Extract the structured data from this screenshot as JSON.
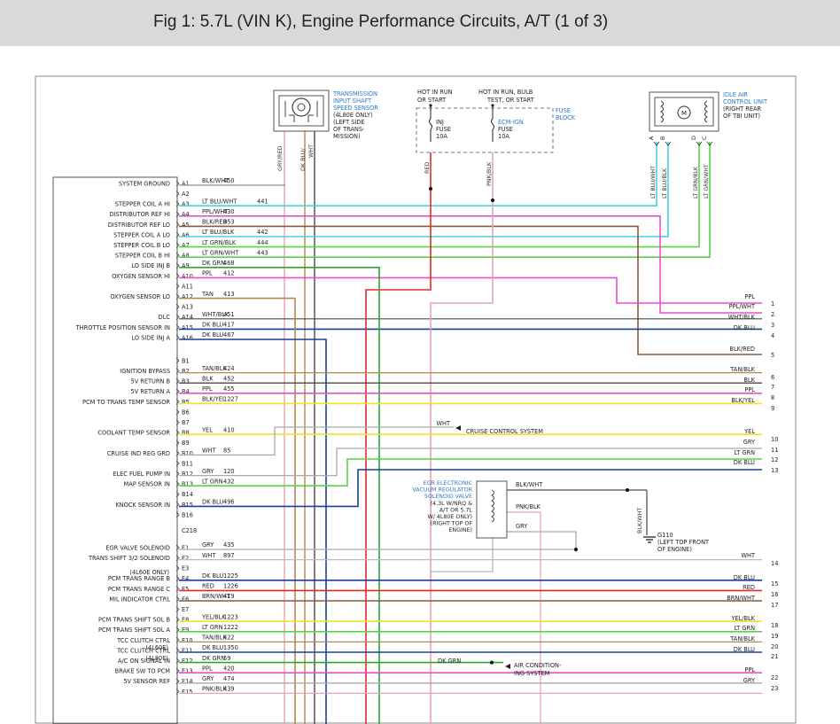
{
  "title": "Fig 1: 5.7L (VIN K), Engine Performance Circuits, A/T (1 of 3)",
  "pcm_labels": [
    {
      "pin": "A1",
      "label": "SYSTEM GROUND",
      "wire": "BLK/WHT",
      "circuit": "450"
    },
    {
      "pin": "A2",
      "label": "",
      "wire": "",
      "circuit": ""
    },
    {
      "pin": "A3",
      "label": "STEPPER COIL A HI",
      "wire": "LT BLU/WHT",
      "circuit": "441"
    },
    {
      "pin": "A4",
      "label": "DISTRIBUTOR REF HI",
      "wire": "PPL/WHT",
      "circuit": "430"
    },
    {
      "pin": "A5",
      "label": "DISTRIBUTOR REF LO",
      "wire": "BLK/RED",
      "circuit": "453"
    },
    {
      "pin": "A6",
      "label": "STEPPER COIL A LO",
      "wire": "LT BLU/BLK",
      "circuit": "442"
    },
    {
      "pin": "A7",
      "label": "STEPPER COIL B LO",
      "wire": "LT GRN/BLK",
      "circuit": "444"
    },
    {
      "pin": "A8",
      "label": "STEPPER COIL B HI",
      "wire": "LT GRN/WHT",
      "circuit": "443"
    },
    {
      "pin": "A9",
      "label": "LO SIDE INJ B",
      "wire": "DK GRN",
      "circuit": "468"
    },
    {
      "pin": "A10",
      "label": "OXYGEN SENSOR HI",
      "wire": "PPL",
      "circuit": "412"
    },
    {
      "pin": "A11",
      "label": "",
      "wire": "",
      "circuit": ""
    },
    {
      "pin": "A12",
      "label": "OXYGEN SENSOR LO",
      "wire": "TAN",
      "circuit": "413"
    },
    {
      "pin": "A13",
      "label": "",
      "wire": "",
      "circuit": ""
    },
    {
      "pin": "A14",
      "label": "DLC",
      "wire": "WHT/BLK",
      "circuit": "451"
    },
    {
      "pin": "A15",
      "label": "THROTTLE POSITION SENSOR IN",
      "wire": "DK BLU",
      "circuit": "417"
    },
    {
      "pin": "A16",
      "label": "LO SIDE INJ A",
      "wire": "DK BLU",
      "circuit": "467"
    },
    {
      "pin": "B1",
      "label": "",
      "wire": "",
      "circuit": ""
    },
    {
      "pin": "B2",
      "label": "IGNITION BYPASS",
      "wire": "TAN/BLK",
      "circuit": "424"
    },
    {
      "pin": "B3",
      "label": "5V RETURN B",
      "wire": "BLK",
      "circuit": "452"
    },
    {
      "pin": "B4",
      "label": "5V RETURN A",
      "wire": "PPL",
      "circuit": "455"
    },
    {
      "pin": "B5",
      "label": "PCM TO TRANS TEMP SENSOR",
      "wire": "BLK/YEL",
      "circuit": "1227"
    },
    {
      "pin": "B6",
      "label": "",
      "wire": "",
      "circuit": ""
    },
    {
      "pin": "B7",
      "label": "",
      "wire": "",
      "circuit": ""
    },
    {
      "pin": "B8",
      "label": "COOLANT TEMP SENSOR",
      "wire": "YEL",
      "circuit": "410"
    },
    {
      "pin": "B9",
      "label": "",
      "wire": "",
      "circuit": ""
    },
    {
      "pin": "B10",
      "label": "CRUISE IND REG GRD",
      "wire": "WHT",
      "circuit": "85"
    },
    {
      "pin": "B11",
      "label": "",
      "wire": "",
      "circuit": ""
    },
    {
      "pin": "B12",
      "label": "ELEC FUEL PUMP IN",
      "wire": "GRY",
      "circuit": "120"
    },
    {
      "pin": "B13",
      "label": "MAP SENSOR IN",
      "wire": "LT GRN",
      "circuit": "432"
    },
    {
      "pin": "B14",
      "label": "",
      "wire": "",
      "circuit": ""
    },
    {
      "pin": "B15",
      "label": "KNOCK SENSOR IN",
      "wire": "DK BLU",
      "circuit": "496"
    },
    {
      "pin": "B16",
      "label": "",
      "wire": "",
      "circuit": ""
    },
    {
      "pin": "E1",
      "label": "EGR VALVE SOLENOID",
      "wire": "GRY",
      "circuit": "435"
    },
    {
      "pin": "E2",
      "label": "TRANS SHIFT 3/2 SOLENOID",
      "wire": "WHT",
      "circuit": "897"
    },
    {
      "pin": "E3",
      "label": "",
      "wire": "",
      "circuit": ""
    },
    {
      "pin": "E4",
      "label": "PCM TRANS RANGE B",
      "wire": "DK BLU",
      "circuit": "1225"
    },
    {
      "pin": "E5",
      "label": "PCM TRANS RANGE C",
      "wire": "RED",
      "circuit": "1226"
    },
    {
      "pin": "E6",
      "label": "MIL INDICATOR CTRL",
      "wire": "BRN/WHT",
      "circuit": "419"
    },
    {
      "pin": "E7",
      "label": "",
      "wire": "",
      "circuit": ""
    },
    {
      "pin": "E8",
      "label": "PCM TRANS SHIFT SOL B",
      "wire": "YEL/BLK",
      "circuit": "1223"
    },
    {
      "pin": "E9",
      "label": "PCM TRANS SHIFT SOL A",
      "wire": "LT GRN",
      "circuit": "1222"
    },
    {
      "pin": "E10",
      "label": "TCC CLUTCH CTRL",
      "wire": "TAN/BLK",
      "circuit": "422"
    },
    {
      "pin": "E11",
      "label": "TCC CLUTCH CTRL",
      "wire": "DK BLU",
      "circuit": "1350"
    },
    {
      "pin": "E12",
      "label": "A/C ON SIGNAL IN",
      "wire": "DK GRN",
      "circuit": "59"
    },
    {
      "pin": "E13",
      "label": "BRAKE SW TO PCM",
      "wire": "PPL",
      "circuit": "420"
    },
    {
      "pin": "E14",
      "label": "5V SENSOR REF",
      "wire": "GRY",
      "circuit": "474"
    },
    {
      "pin": "E15",
      "label": "",
      "wire": "PNK/BLK",
      "circuit": "439"
    }
  ],
  "labels": {
    "l3_2_note": "(4L60E ONLY)",
    "tcc_4l60e": "(4L60E)",
    "tcc_4l80e": "(4L80E)",
    "connector_c218": "C218",
    "tiss": [
      "TRANSMISSION",
      "INPUT SHAFT",
      "SPEED SENSOR",
      "(4L80E ONLY)",
      "(LEFT SIDE",
      "OF TRANS-",
      "MISSION)"
    ],
    "tiss_wire_1": "GRY/RED",
    "tiss_wire_2a": "DK BLU/",
    "tiss_wire_2b": "WHT",
    "hot_run_1": "HOT IN RUN",
    "hot_run_2": "OR START",
    "hot_bulb_1": "HOT IN RUN, BULB",
    "hot_bulb_2": "TEST, OR START",
    "inj_fuse": [
      "INJ",
      "FUSE",
      "10A"
    ],
    "ecm_fuse": [
      "ECM-IGN",
      "FUSE",
      "10A"
    ],
    "fuse_block_1": "FUSE",
    "fuse_block_2": "BLOCK",
    "fuse_wire_red": "RED",
    "fuse_wire_pnk": "PNK/BLK",
    "iac": [
      "IDLE AIR",
      "CONTROL UNIT",
      "(RIGHT REAR",
      "OF TBI UNIT)"
    ],
    "iac_pins": [
      "A",
      "B",
      "D",
      "C"
    ],
    "iac_motor": "M",
    "iac_wires": [
      "LT BLU/WHT",
      "LT BLU/BLK",
      "LT GRN/BLK",
      "LT GRN/WHT"
    ],
    "cruise_wire": "WHT",
    "cruise": "CRUISE CONTROL SYSTEM",
    "egr": [
      "EGR ELECTRONIC",
      "VACUUM REGULATOR",
      "SOLENOID VALVE",
      "(4.3L W/NRQ &",
      "A/T OR 5.7L",
      "W/ 4L80E ONLY)",
      "(RIGHT TOP OF",
      "ENGINE)"
    ],
    "egr_wires": [
      "BLK/WHT",
      "PNK/BLK",
      "GRY"
    ],
    "ground_wire": "BLK/WHT",
    "g110": [
      "G110",
      "(LEFT TOP FRONT",
      "OF ENGINE)"
    ],
    "ac_wire": "DK GRN",
    "ac": [
      "AIR CONDITION-",
      "ING SYSTEM"
    ]
  },
  "right_labels": [
    {
      "text": "PPL",
      "num": "1"
    },
    {
      "text": "PPL/WHT",
      "num": "2"
    },
    {
      "text": "WHT/BLK",
      "num": "3"
    },
    {
      "text": "DK BLU",
      "num": "4"
    },
    {
      "text": "BLK/RED",
      "num": "5"
    },
    {
      "text": "TAN/BLK",
      "num": "6"
    },
    {
      "text": "BLK",
      "num": "7"
    },
    {
      "text": "PPL",
      "num": "8"
    },
    {
      "text": "BLK/YEL",
      "num": "9"
    },
    {
      "text": "YEL",
      "num": "10"
    },
    {
      "text": "GRY",
      "num": "11"
    },
    {
      "text": "LT GRN",
      "num": "12"
    },
    {
      "text": "DK BLU",
      "num": "13"
    },
    {
      "text": "WHT",
      "num": "14"
    },
    {
      "text": "DK BLU",
      "num": "15"
    },
    {
      "text": "RED",
      "num": "16"
    },
    {
      "text": "BRN/WHT",
      "num": "17"
    },
    {
      "text": "YEL/BLK",
      "num": "18"
    },
    {
      "text": "LT GRN",
      "num": "19"
    },
    {
      "text": "TAN/BLK",
      "num": "20"
    },
    {
      "text": "DK BLU",
      "num": "21"
    },
    {
      "text": "PPL",
      "num": "22"
    },
    {
      "text": "GRY",
      "num": "23"
    }
  ],
  "colors": {
    "tan": "#b08a4a",
    "cyan": "#47d2e6",
    "magenta": "#e84fcf",
    "brown": "#8a5a3a",
    "lime": "#5ad24a",
    "green": "#2aa82a",
    "dkblue": "#1a3f9a",
    "red": "#e02a2a",
    "pink": "#e8a2b6",
    "yellow": "#f2e22a",
    "gray": "#a9a9a9",
    "black": "#111111",
    "dark": "#4a4a4a"
  }
}
